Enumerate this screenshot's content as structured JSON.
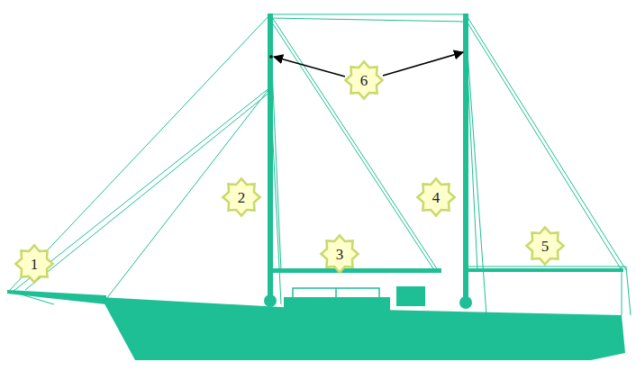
{
  "diagram": {
    "nodes": [
      {
        "text": [
          "1"
        ]
      },
      {
        "text": [
          "2"
        ]
      },
      {
        "text": [
          "3"
        ]
      },
      {
        "text": [
          "4"
        ]
      },
      {
        "text": [
          "5"
        ]
      },
      {
        "text": [
          "6"
        ]
      }
    ],
    "labels": [
      "3"
    ]
  }
}
